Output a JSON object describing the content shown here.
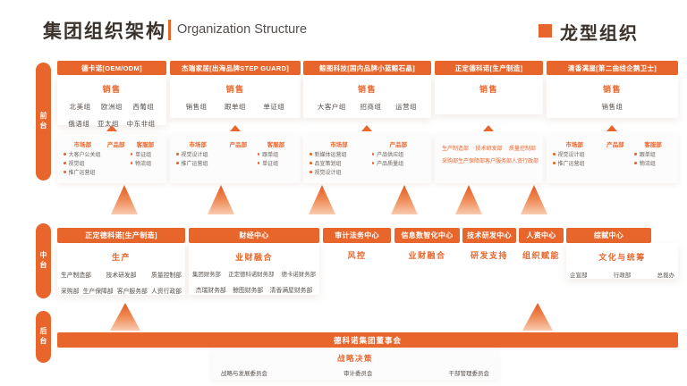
{
  "header": {
    "title_cn": "集团组织架构",
    "title_en": "Organization Structure",
    "badge": "龙型组织"
  },
  "bands": {
    "front": "前台",
    "middle": "中台",
    "back": "后台"
  },
  "front": [
    {
      "company": "德卡诺[OEM/ODM]",
      "function": "销售",
      "groups_row1": [
        "北美组",
        "欧洲组",
        "西葡组"
      ],
      "groups_row2": [
        "俄语组",
        "亚太组",
        "中东非组"
      ],
      "dept1": "市场部",
      "dept2": "产品部",
      "dept3": "客服部",
      "col1": [
        "大客户公关组",
        "视觉组",
        "推广运营组"
      ],
      "col3": [
        "单证组",
        "物流组"
      ]
    },
    {
      "company": "杰瑞家居[出海品牌STEP GUARD]",
      "function": "销售",
      "groups_row1": [
        "销售组",
        "跟单组",
        "单证组"
      ],
      "dept1": "市场部",
      "dept2": "产品部",
      "dept3": "客服部",
      "col1": [
        "视觉设计组",
        "推广运营组"
      ],
      "col3": [
        "跟单组",
        "单证组"
      ]
    },
    {
      "company": "鲸图科技[国内品牌小蓝鲸石晶]",
      "function": "销售",
      "groups_row1": [
        "大客户组",
        "招商组",
        "运营组"
      ],
      "dept1": "市场部",
      "dept2": "产品部",
      "col1": [
        "新媒体运营组",
        "品宣策划组",
        "视觉设计组"
      ],
      "col2": [
        "产品供应组",
        "产品质量组"
      ]
    },
    {
      "company": "正定德科诺[生产制造]",
      "function": "销售",
      "row1": [
        "生产制造部",
        "技术研发部",
        "质量控制部"
      ],
      "row2": [
        "采购部",
        "生产保障部",
        "客户服务部",
        "人资行政部"
      ]
    },
    {
      "company": "清香满屋[第二曲线企鹅卫士]",
      "function": "销售",
      "groups_row1": [
        "销售组"
      ],
      "dept1": "市场部",
      "dept2": "产品部",
      "dept3": "客服部",
      "col1": [
        "视觉设计组",
        "推广运营组"
      ],
      "col3": [
        "跟单组",
        "物流组"
      ]
    }
  ],
  "middle": [
    {
      "title": "正定德科诺[生产制造]",
      "function": "生产",
      "row1": [
        "生产制造部",
        "技术研发部",
        "质量控制部"
      ],
      "row2": [
        "采购部",
        "生产保障部",
        "客户服务部",
        "人资行政部"
      ]
    },
    {
      "title": "财经中心",
      "function": "业财融合",
      "row1": [
        "集团财务部",
        "正定德科诺财务部",
        "德卡诺财务部"
      ],
      "row2": [
        "杰瑞财务部",
        "鲸图财务部",
        "清香满屋财务部"
      ]
    },
    {
      "title": "审计法务中心",
      "function": "风控"
    },
    {
      "title": "信息数智化中心",
      "function": "业财融合"
    },
    {
      "title": "技术研发中心",
      "function": "研发支持"
    },
    {
      "title": "人资中心",
      "function": "组织赋能"
    },
    {
      "title": "综赋中心",
      "function": "文化与统筹",
      "row1": [
        "企宣部",
        "行政部",
        "总裁办"
      ]
    }
  ],
  "back": {
    "board": "德科诺集团董事会",
    "function": "战略决策",
    "committees": [
      "战略与发展委员会",
      "审计委员会",
      "干部管理委员会"
    ]
  },
  "colors": {
    "primary": "#E8662C",
    "title_ink": "#3B322C",
    "text_gray": "#56504C"
  }
}
